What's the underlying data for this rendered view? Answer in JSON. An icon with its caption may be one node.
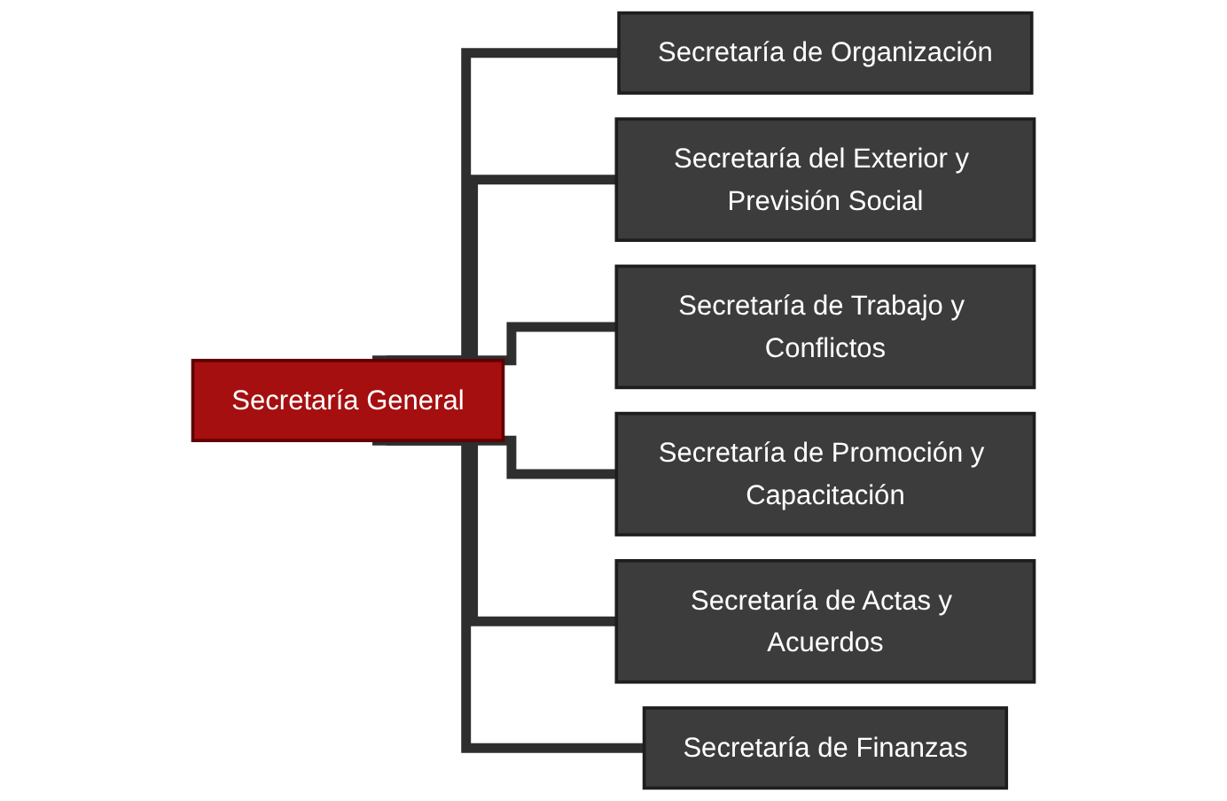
{
  "diagram": {
    "nodes": [
      {
        "text": [
          "Secretaría General"
        ]
      },
      {
        "text": [
          "Secretaría de Organización"
        ]
      },
      {
        "text": [
          "Secretaría del Exterior y Previsión Social"
        ]
      },
      {
        "text": [
          "Secretaría de Trabajo y Conflictos"
        ]
      },
      {
        "text": [
          "Secretaría de Promoción y Capacitación"
        ]
      },
      {
        "text": [
          "Secretaría de Actas y Acuerdos"
        ]
      },
      {
        "text": [
          "Secretaría de Finanzas"
        ]
      }
    ],
    "edges": [
      {
        "from": 0,
        "to": 1,
        "arrow": "none"
      },
      {
        "from": 0,
        "to": 2,
        "arrow": "none"
      },
      {
        "from": 0,
        "to": 3,
        "arrow": "none"
      },
      {
        "from": 0,
        "to": 4,
        "arrow": "none"
      },
      {
        "from": 0,
        "to": 5,
        "arrow": "none"
      },
      {
        "from": 0,
        "to": 6,
        "arrow": "none"
      }
    ]
  }
}
